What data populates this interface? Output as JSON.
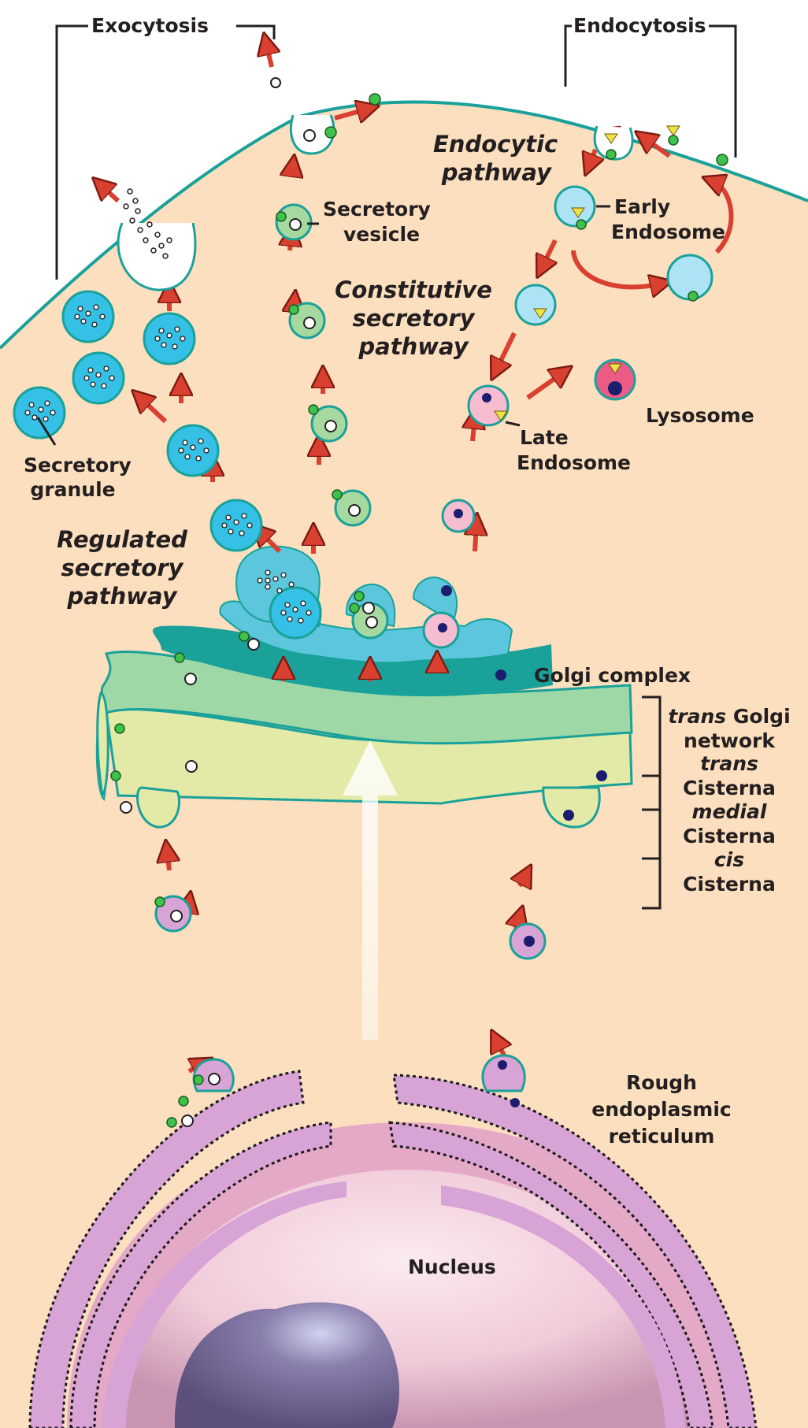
{
  "colors": {
    "cytoplasm": "#fbdfbe",
    "membrane": "#1aa19a",
    "arrow": "#d9402f",
    "granule": "#35c0e5",
    "secretory_vesicle": "#a6d9a0",
    "endosome": "#aee3f6",
    "late_endosome": "#f6bcd0",
    "lysosome": "#ec5a86",
    "er": "#d8a4d6",
    "receptor_dot": "#3ec24a",
    "lysosomal_dot": "#1c1d6e",
    "ligand_triangle": "#f0e34a"
  },
  "labels": {
    "exocytosis": "Exocytosis",
    "endocytosis": "Endocytosis",
    "endocytic_pathway": [
      "Endocytic",
      "pathway"
    ],
    "secretory_vesicle": [
      "Secretory",
      "vesicle"
    ],
    "constitutive_pathway": [
      "Constitutive",
      "secretory",
      "pathway"
    ],
    "early_endosome": [
      "Early",
      "Endosome"
    ],
    "secretory_granule": [
      "Secretory",
      "granule"
    ],
    "regulated_pathway": [
      "Regulated",
      "secretory",
      "pathway"
    ],
    "late_endosome": [
      "Late",
      "Endosome"
    ],
    "lysosome": "Lysosome",
    "golgi_complex": "Golgi complex",
    "trans_golgi_network": [
      "trans",
      "Golgi",
      "network"
    ],
    "trans_cisterna": [
      "trans",
      "Cisterna"
    ],
    "medial_cisterna": [
      "medial",
      "Cisterna"
    ],
    "cis_cisterna": [
      "cis",
      "Cisterna"
    ],
    "rough_er": [
      "Rough",
      "endoplasmic",
      "reticulum"
    ],
    "nucleus": "Nucleus"
  }
}
